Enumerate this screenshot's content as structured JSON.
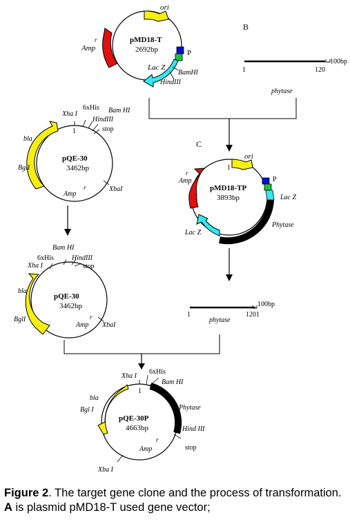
{
  "colors": {
    "amp": "#e01010",
    "yellow": "#f7ef10",
    "cyan": "#33e8f0",
    "green": "#20c040",
    "blue": "#0010d0",
    "phytase_black": "#000000"
  },
  "panel_labels": {
    "b": "B",
    "c": "C"
  },
  "pmd18t": {
    "name": "pMD18-T",
    "size": "2692bp",
    "ori": "ori",
    "amp": "Amp",
    "r": "r",
    "p": "P",
    "lacz": "Lac Z",
    "bamhi": "BamHI",
    "hindiii": "HindIII"
  },
  "phytase_b": {
    "scale": "100bp",
    "start": "1",
    "end": "120",
    "label": "phytase"
  },
  "pqe30_a": {
    "name": "pQE-30",
    "size": "3462bp",
    "one": "1",
    "xhai": "Xha I",
    "sixhis": "6xHis",
    "bamhi": "Bam HI",
    "hindiii": "HindIII",
    "stop": "stop",
    "bla": "bla",
    "bgli": "BglI",
    "amp": "Amp",
    "r": "r",
    "xbai": "XbaI"
  },
  "pmd18tp": {
    "name": "pMD18-TP",
    "size": "3893bp",
    "one": "1",
    "ori": "ori",
    "amp": "Amp",
    "r": "r",
    "p": "P",
    "lacz_r": "Lac Z",
    "lacz_l": "Lac Z",
    "phytase": "Phytase"
  },
  "pqe30_b": {
    "name": "pQE-30",
    "size": "3462bp",
    "bamhi": "Bam HI",
    "sixhis": "6xHis",
    "hindiii": "HindIII",
    "xhai": "Xha I",
    "stop": "stop",
    "bla": "bla",
    "bgli": "BglI",
    "amp": "Amp",
    "r": "r",
    "xbai": "XbaI"
  },
  "phytase_c": {
    "scale": "100bp",
    "start": "1",
    "end": "1201",
    "label": "phytase"
  },
  "pqe30p": {
    "name": "pQE-30P",
    "size": "4663bp",
    "one": "1",
    "xhai_top": "Xha I",
    "sixhis": "6xHis",
    "bamhi": "Bam HI",
    "phytase": "Phytase",
    "hindiii": "Hind III",
    "stop": "stop",
    "bla": "bla",
    "bgli": "Bgl I",
    "amp": "Amp",
    "r": "r",
    "xbai_bottom": "Xba I"
  },
  "caption": {
    "fig": "Figure 2",
    "text1": ". The target gene clone and the process of transformation. ",
    "a": "A",
    "text2": " is plasmid pMD18-T used gene vector;"
  }
}
